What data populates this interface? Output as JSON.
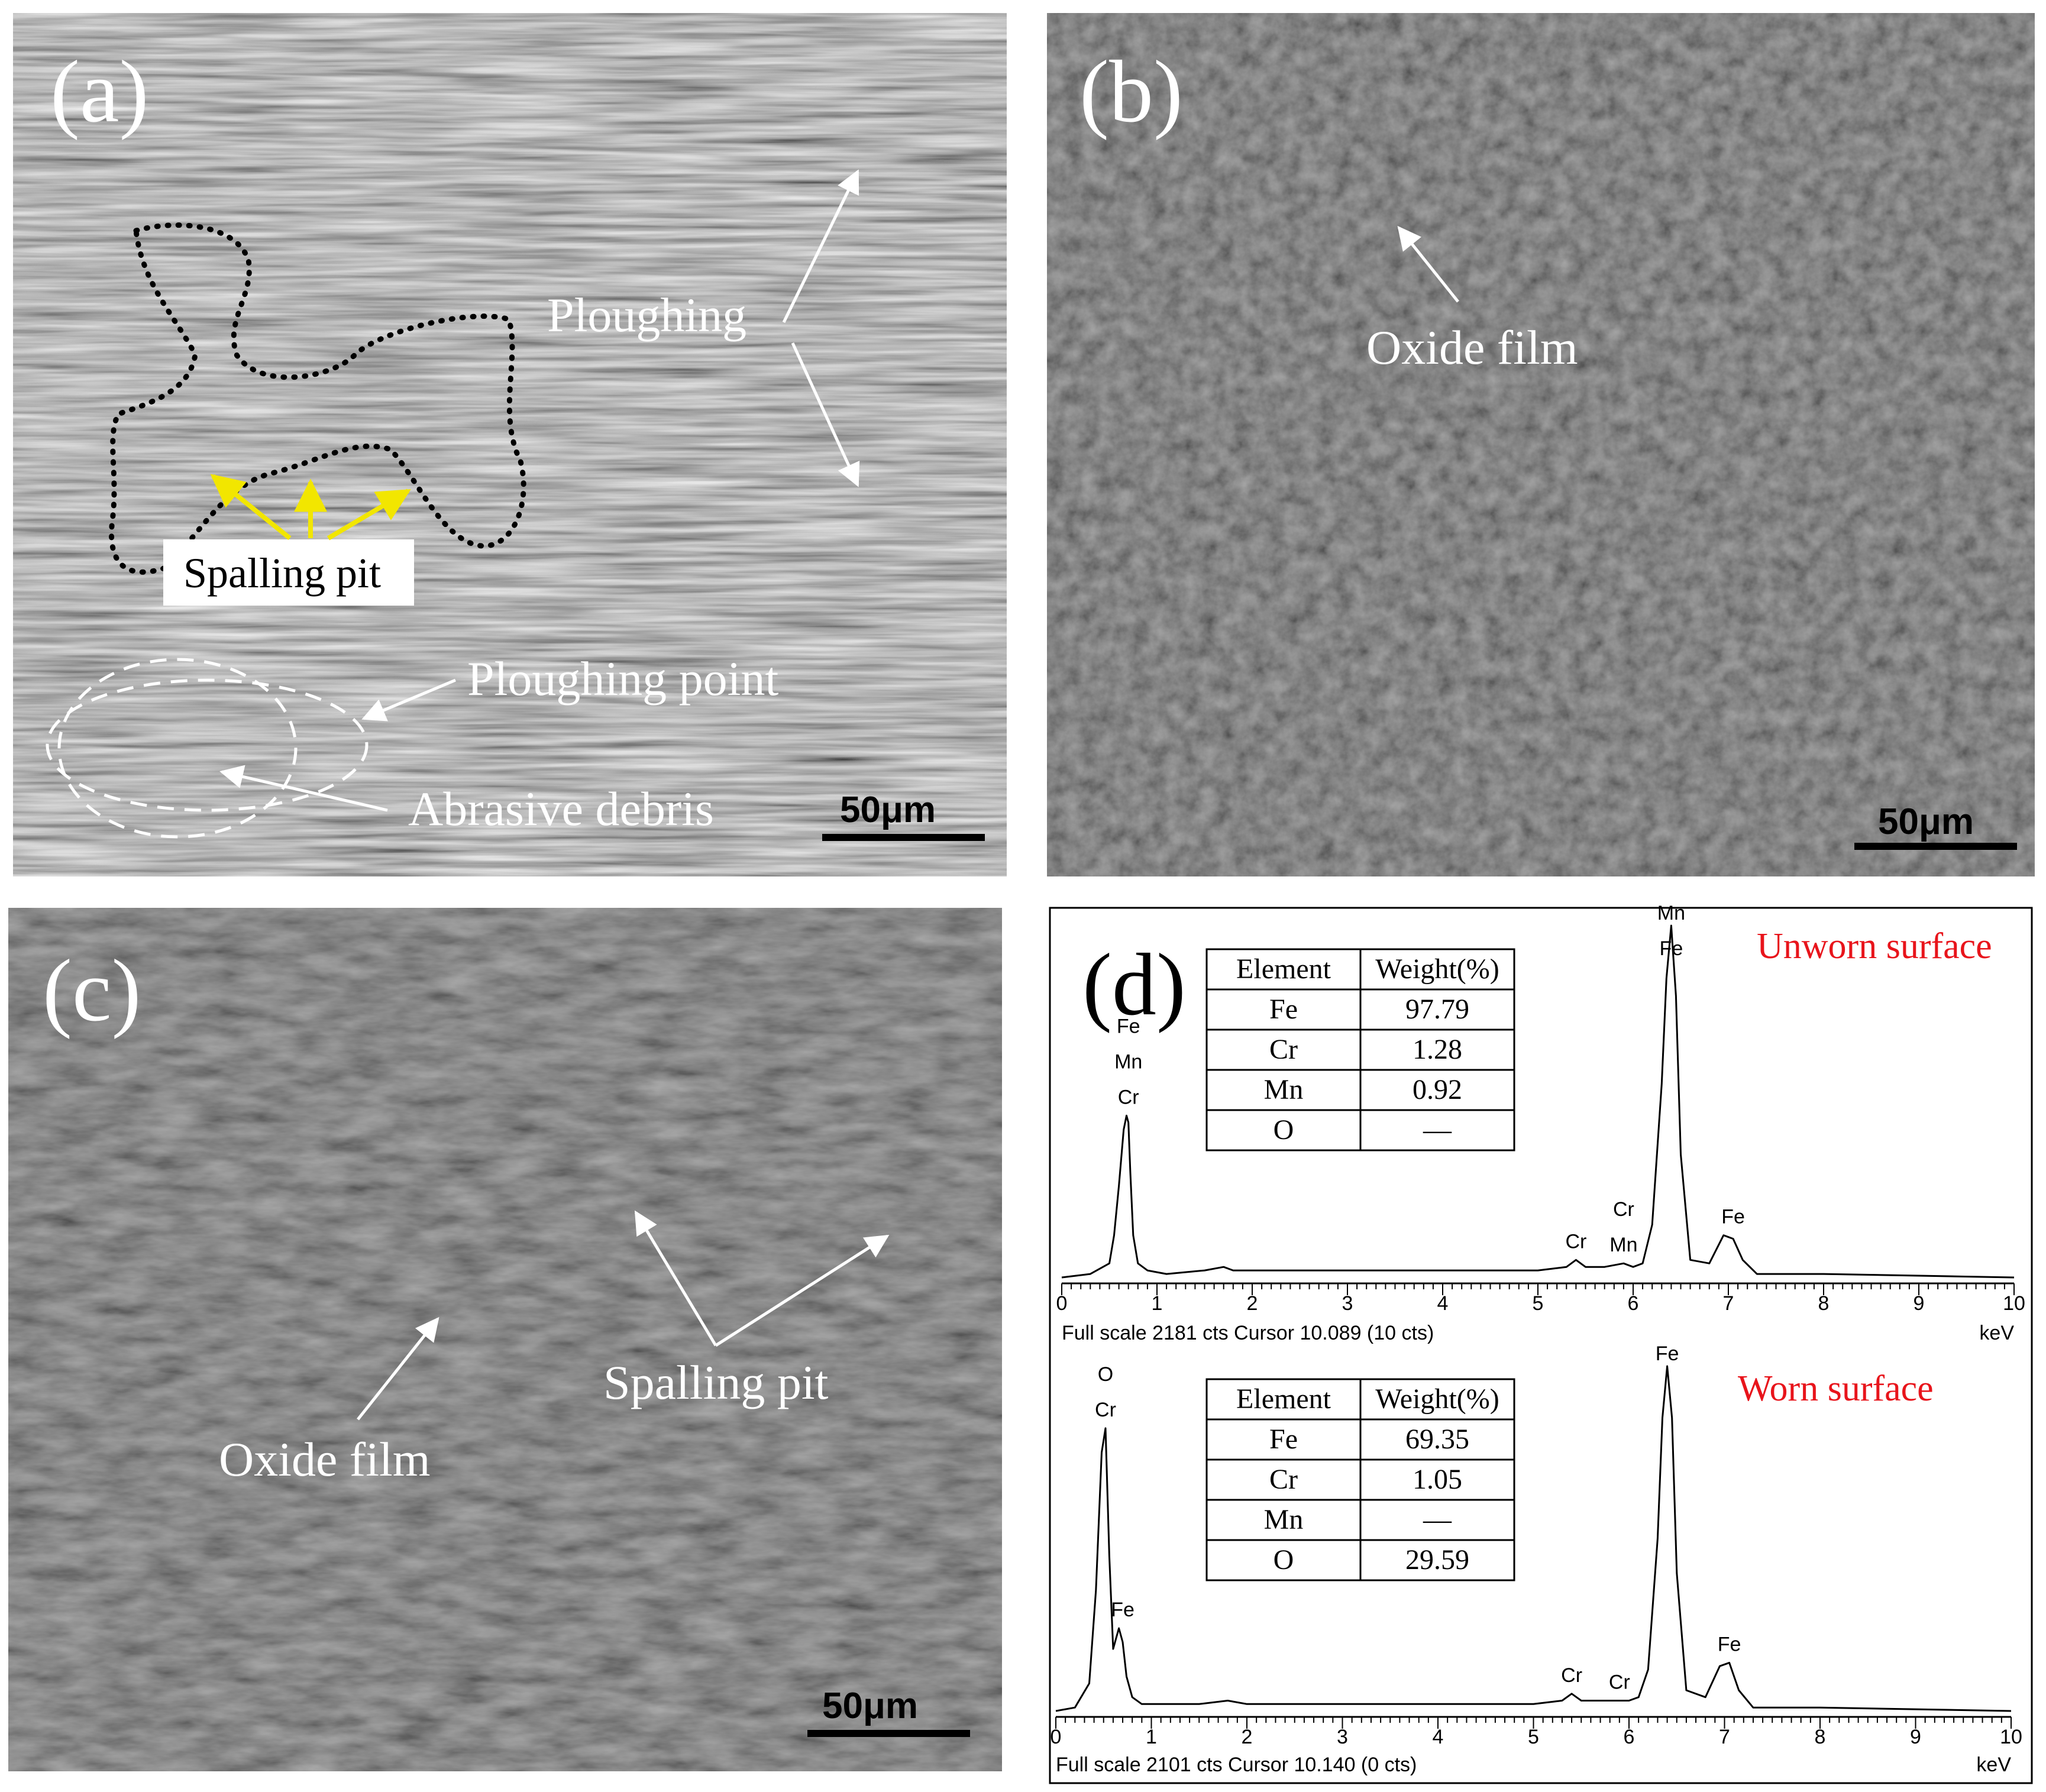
{
  "panels": {
    "a": {
      "label": "(a)",
      "annotations": {
        "ploughing": "Ploughing",
        "spalling_pit": "Spalling pit",
        "ploughing_point": "Ploughing point",
        "abrasive_debris": "Abrasive debris"
      },
      "scale_bar": "50μm"
    },
    "b": {
      "label": "(b)",
      "annotations": {
        "oxide_film": "Oxide film"
      },
      "scale_bar": "50μm"
    },
    "c": {
      "label": "(c)",
      "annotations": {
        "spalling_pit": "Spalling pit",
        "oxide_film": "Oxide film"
      },
      "scale_bar": "50μm"
    },
    "d": {
      "label": "(d)"
    }
  },
  "chart_data": [
    {
      "type": "line",
      "title": "Unworn surface",
      "xlabel": "keV",
      "xlim": [
        0,
        10
      ],
      "x_ticks": [
        "0",
        "1",
        "2",
        "3",
        "4",
        "5",
        "6",
        "7",
        "8",
        "9",
        "10"
      ],
      "footer": "Full scale 2181 cts Cursor 10.089  (10 cts)",
      "series": [
        {
          "x": [
            0.0,
            0.3,
            0.5,
            0.55,
            0.6,
            0.65,
            0.68,
            0.7,
            0.72,
            0.75,
            0.8,
            0.9,
            1.1,
            1.5,
            1.7,
            1.8,
            2.0,
            3.0,
            4.0,
            5.0,
            5.3,
            5.4,
            5.5,
            5.7,
            5.9,
            6.0,
            6.1,
            6.2,
            6.3,
            6.35,
            6.4,
            6.45,
            6.5,
            6.6,
            6.8,
            6.95,
            7.05,
            7.15,
            7.3,
            8.0,
            9.0,
            10.0
          ],
          "y": [
            0.0,
            0.01,
            0.04,
            0.12,
            0.26,
            0.42,
            0.46,
            0.44,
            0.3,
            0.12,
            0.04,
            0.02,
            0.01,
            0.02,
            0.03,
            0.02,
            0.02,
            0.02,
            0.02,
            0.02,
            0.03,
            0.05,
            0.03,
            0.03,
            0.04,
            0.03,
            0.04,
            0.15,
            0.55,
            0.85,
            1.0,
            0.8,
            0.35,
            0.05,
            0.04,
            0.12,
            0.11,
            0.05,
            0.01,
            0.01,
            0.005,
            0.0
          ]
        }
      ],
      "peak_labels": [
        {
          "x": 0.7,
          "lines": [
            "Fe",
            "Mn",
            "Cr"
          ]
        },
        {
          "x": 5.4,
          "lines": [
            "Cr"
          ]
        },
        {
          "x": 5.9,
          "lines": [
            "Cr",
            "Mn"
          ]
        },
        {
          "x": 6.4,
          "lines": [
            "Mn",
            "Fe"
          ]
        },
        {
          "x": 7.05,
          "lines": [
            "Fe"
          ]
        }
      ],
      "table": {
        "headers": [
          "Element",
          "Weight(%)"
        ],
        "rows": [
          [
            "Fe",
            "97.79"
          ],
          [
            "Cr",
            "1.28"
          ],
          [
            "Mn",
            "0.92"
          ],
          [
            "O",
            "—"
          ]
        ]
      }
    },
    {
      "type": "line",
      "title": "Worn surface",
      "xlabel": "keV",
      "xlim": [
        0,
        10
      ],
      "x_ticks": [
        "0",
        "1",
        "2",
        "3",
        "4",
        "5",
        "6",
        "7",
        "8",
        "9",
        "10"
      ],
      "footer": "Full scale 2101 cts Cursor 10.140  (0 cts)",
      "series": [
        {
          "x": [
            0.0,
            0.2,
            0.35,
            0.42,
            0.48,
            0.52,
            0.56,
            0.6,
            0.66,
            0.7,
            0.74,
            0.8,
            0.9,
            1.2,
            1.5,
            1.8,
            2.0,
            3.0,
            4.0,
            5.0,
            5.3,
            5.4,
            5.5,
            5.7,
            5.9,
            6.0,
            6.1,
            6.2,
            6.3,
            6.35,
            6.4,
            6.45,
            6.5,
            6.6,
            6.8,
            6.95,
            7.05,
            7.15,
            7.3,
            8.0,
            9.0,
            10.0
          ],
          "y": [
            0.0,
            0.01,
            0.08,
            0.35,
            0.75,
            0.82,
            0.45,
            0.18,
            0.24,
            0.2,
            0.1,
            0.04,
            0.02,
            0.02,
            0.02,
            0.03,
            0.02,
            0.02,
            0.02,
            0.02,
            0.03,
            0.05,
            0.03,
            0.03,
            0.03,
            0.03,
            0.04,
            0.12,
            0.5,
            0.85,
            1.0,
            0.85,
            0.4,
            0.06,
            0.04,
            0.13,
            0.14,
            0.06,
            0.01,
            0.01,
            0.005,
            0.0
          ]
        }
      ],
      "peak_labels": [
        {
          "x": 0.52,
          "lines": [
            "O",
            "Cr"
          ]
        },
        {
          "x": 0.7,
          "lines": [
            "Fe"
          ]
        },
        {
          "x": 5.4,
          "lines": [
            "Cr"
          ]
        },
        {
          "x": 5.9,
          "lines": [
            "Cr"
          ]
        },
        {
          "x": 6.4,
          "lines": [
            "Fe"
          ]
        },
        {
          "x": 7.05,
          "lines": [
            "Fe"
          ]
        }
      ],
      "table": {
        "headers": [
          "Element",
          "Weight(%)"
        ],
        "rows": [
          [
            "Fe",
            "69.35"
          ],
          [
            "Cr",
            "1.05"
          ],
          [
            "Mn",
            "—"
          ],
          [
            "O",
            "29.59"
          ]
        ]
      }
    }
  ]
}
